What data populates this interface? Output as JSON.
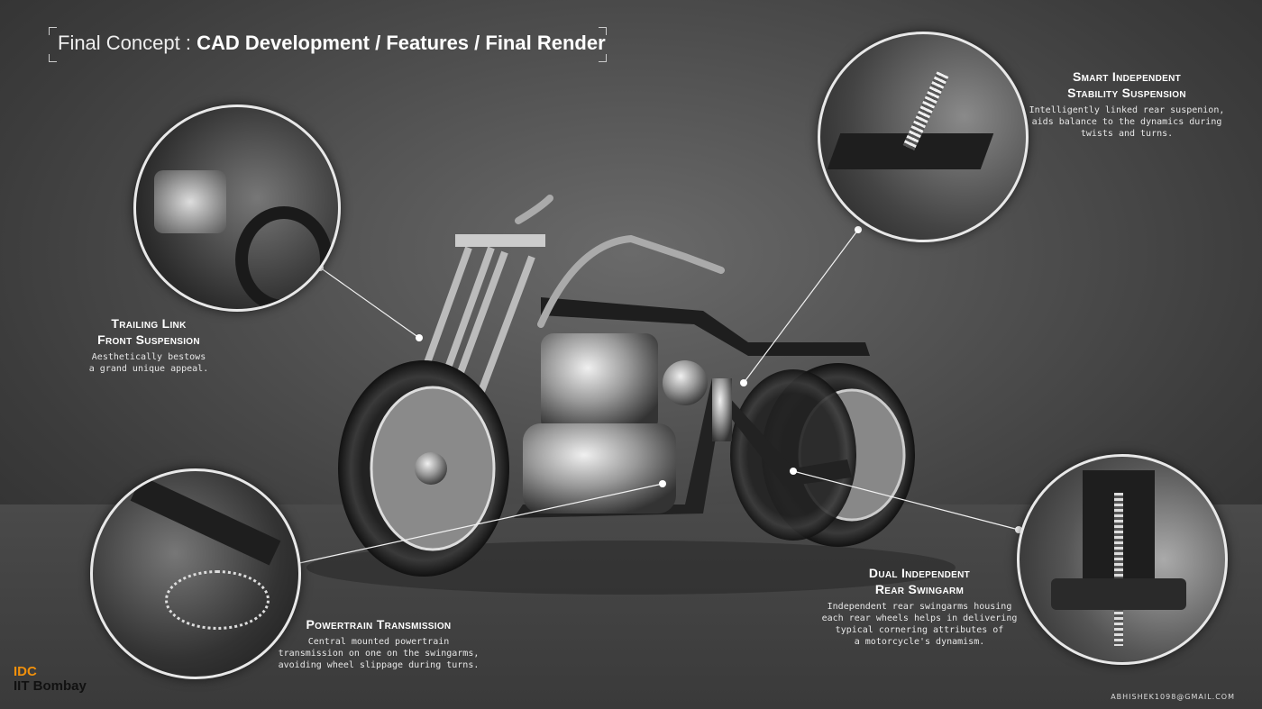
{
  "title": {
    "prefix": "Final Concept : ",
    "main": "CAD Development / Features / Final Render"
  },
  "features": [
    {
      "heading_1": "Smart Independent",
      "heading_2": "Stability Suspension",
      "body": [
        "Intelligently linked rear suspenion,",
        "aids balance to the dynamics during",
        "twists and turns."
      ]
    },
    {
      "heading_1": "Trailing Link",
      "heading_2": "Front Suspension",
      "body": [
        "Aesthetically bestows",
        "a grand unique appeal."
      ]
    },
    {
      "heading_1": "Powertrain Transmission",
      "heading_2": "",
      "body": [
        "Central mounted powertrain",
        "transmission on one on the swingarms,",
        "avoiding wheel slippage during turns."
      ]
    },
    {
      "heading_1": "Dual Independent",
      "heading_2": "Rear Swingarm",
      "body": [
        "Independent rear swingarms housing",
        "each rear wheels helps in delivering",
        "typical cornering attributes of",
        "a motorcycle's dynamism."
      ]
    }
  ],
  "logo": {
    "line1": "IDC",
    "line2": "IIT Bombay"
  },
  "email": "ABHISHEK1098@GMAIL.COM",
  "colors": {
    "accent": "#f0900c",
    "background": "#505050"
  }
}
